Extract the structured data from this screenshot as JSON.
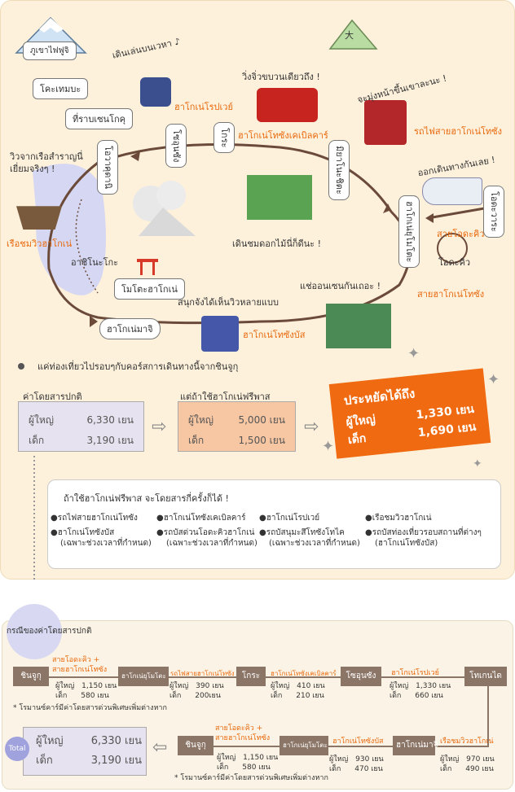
{
  "map": {
    "labels": {
      "fuji": "ภูเขาไฟฟูจิ",
      "walk_ropeway": "เดินเล่นบนเวหา ♪",
      "kotemba": "โคะเทมบะ",
      "sengokuhara": "ที่ราบเซนโกคุ",
      "owakudani": "โอวาคุดานิ",
      "sounzan": "โซอุนซัง",
      "gora": "โกระ",
      "miyanoshita": "มิยาโนะชิตะ",
      "odawara": "โอดะวาระ",
      "hakone_yumoto": "ฮาโกเน่ยุโมโตะ",
      "kiga": "โอดะคิว",
      "motohakone": "โมโตะฮาโกเน่",
      "hakone_machi": "ฮาโกเน่มาจิ",
      "ashinoko": "อาชิโนะโกะ"
    },
    "captions": {
      "cruise": "วิวจากเรือสำราญนี่\nเยี่ยมจริงๆ !",
      "cable_fun": "วิ่งจิ่วขบวนเดียวถึง !",
      "mountain_climb": "จะมุ่งหน้าขึ้นเขาละนะ !",
      "romance": "ออกเดินทางกันเลย !",
      "flowers": "เดินชมดอกไม้นี่ก็ดีนะ !",
      "onsen": "แช่ออนเซนกันเถอะ !",
      "scenery": "สนุกจังได้เห็นวิวหลายแบบ"
    },
    "vehicles": {
      "ropeway": "ฮาโกเน่โรปเวย์",
      "cablecar": "ฮาโกเน่โทซังเคเบิลคาร์",
      "railway": "รถไฟสายฮาโกเน่โทซัง",
      "ship": "เรือชมวิวฮาโกเน่",
      "odakyu_line": "สายโอดะคิว",
      "hakone_tozan_line": "สายฮาโกเน่โทซัง",
      "bus": "ฮาโกเน่โทซังบัส"
    },
    "mountain_mark": "大"
  },
  "promo": {
    "intro": "แค่ท่องเที่ยวไปรอบๆกับคอร์สการเดินทางนี้จากชินจูกุ",
    "normal_title": "ค่าโดยสารปกติ",
    "freepass_title": "แต่ถ้าใช้ฮาโกเน่ฟรีพาส",
    "adult": "ผู้ใหญ่",
    "child": "เด็ก",
    "normal_adult": "6,330 เยน",
    "normal_child": "3,190 เยน",
    "pass_adult": "5,000 เยน",
    "pass_child": "1,500 เยน",
    "save_title": "ประหยัดได้ถึง",
    "save_adult": "1,330 เยน",
    "save_child": "1,690 เยน"
  },
  "unlimited": {
    "title": "ถ้าใช้ฮาโกเน่ฟรีพาส จะโดยสารกี่ครั้งก็ได้ !",
    "items": [
      "●รถไฟสายฮาโกเน่โทซัง",
      "●ฮาโกเน่โทซังเคเบิลคาร์",
      "●ฮาโกเน่โรปเวย์",
      "●เรือชมวิวฮาโกเน่",
      "●ฮาโกเน่โทซังบัส",
      "●รถบัสด่วนโอดะคิวฮาโกเน่",
      "●รถบัสนุมะสึโทซังโทไค",
      "●รถบัสท่องเที่ยวรอบสถานที่ต่างๆ"
    ],
    "subnotes": [
      "(เฉพาะช่วงเวลาที่กำหนด)",
      "(เฉพาะช่วงเวลาที่กำหนด)",
      "(เฉพาะช่วงเวลาที่กำหนด)",
      "(ฮาโกเน่โทซังบัส)"
    ]
  },
  "route": {
    "title": "กรณีของค่าโดยสารปกติ",
    "adult": "ผู้ใหญ่",
    "child": "เด็ก",
    "row1": {
      "stations": [
        "ชินจูกุ",
        "ฮาโกเน่ยุโมโตะ",
        "โกระ",
        "โซอุนซัง",
        "โทเกนได"
      ],
      "segments": [
        {
          "line1": "สายโอดะคิว +",
          "line2": "สายฮาโกเน่โทซัง",
          "adult": "1,150 เยน",
          "child": "580 เยน"
        },
        {
          "line1": "รถไฟสายฮาโกเน่โทซัง",
          "line2": "",
          "adult": "390 เยน",
          "child": "200เยน"
        },
        {
          "line1": "ฮาโกเน่โทซังเคเบิลคาร์",
          "line2": "",
          "adult": "410 เยน",
          "child": "210 เยน"
        },
        {
          "line1": "ฮาโกเน่โรปเวย์",
          "line2": "",
          "adult": "1,330 เยน",
          "child": "660 เยน"
        }
      ],
      "note": "* โรมานซ์คาร์มีค่าโดยสารด่วนพิเศษเพิ่มต่างหาก"
    },
    "row2": {
      "stations": [
        "ชินจูกุ",
        "ฮาโกเน่ยุโมโตะ",
        "ฮาโกเน่มาจิ"
      ],
      "segments": [
        {
          "line1": "สายโอดะคิว +",
          "line2": "สายฮาโกเน่โทซัง",
          "adult": "1,150 เยน",
          "child": "580 เยน"
        },
        {
          "line1": "ฮาโกเน่โทซังบัส",
          "line2": "",
          "adult": "930 เยน",
          "child": "470 เยน"
        },
        {
          "line1": "เรือชมวิวฮาโกเน่",
          "line2": "",
          "adult": "970 เยน",
          "child": "490 เยน"
        }
      ],
      "note": "* โรมานซ์คาร์มีค่าโดยสารด่วนพิเศษเพิ่มต่างหาก"
    },
    "total_label": "Total",
    "total_adult": "6,330 เยน",
    "total_child": "3,190 เยน"
  },
  "colors": {
    "orange": "#e8680c",
    "station": "#8b7567",
    "panel": "#fdf1dc",
    "loop": "#6b4a3a"
  }
}
